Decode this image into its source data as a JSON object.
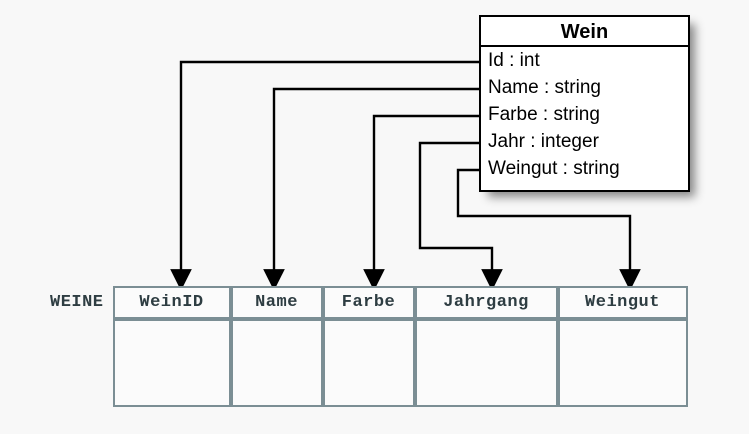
{
  "diagram": {
    "title_note": "UML class to relational table mapping",
    "background_color": "#f8f8f8"
  },
  "uml_class": {
    "name": "Wein",
    "border_color": "#000000",
    "fill_color": "#ffffff",
    "attributes": [
      {
        "text": "Id : int",
        "name": "Id",
        "type": "int"
      },
      {
        "text": "Name : string",
        "name": "Name",
        "type": "string"
      },
      {
        "text": "Farbe : string",
        "name": "Farbe",
        "type": "string"
      },
      {
        "text": "Jahr : integer",
        "name": "Jahr",
        "type": "integer"
      },
      {
        "text": "Weingut : string",
        "name": "Weingut",
        "type": "string"
      }
    ]
  },
  "relation": {
    "name": "WEINE",
    "text_color": "#2e3d42",
    "border_color": "#7b8e94",
    "columns": [
      {
        "label": "WeinID"
      },
      {
        "label": "Name"
      },
      {
        "label": "Farbe"
      },
      {
        "label": "Jahrgang"
      },
      {
        "label": "Weingut"
      }
    ],
    "rows": [
      {
        "cells": [
          "",
          "",
          "",
          "",
          ""
        ]
      }
    ]
  },
  "mappings": [
    {
      "from": "Id",
      "to": "WeinID",
      "arrow": "arrow-id"
    },
    {
      "from": "Name",
      "to": "Name",
      "arrow": "arrow-name"
    },
    {
      "from": "Farbe",
      "to": "Farbe",
      "arrow": "arrow-farbe"
    },
    {
      "from": "Jahr",
      "to": "Jahrgang",
      "arrow": "arrow-jahr"
    },
    {
      "from": "Weingut",
      "to": "Weingut",
      "arrow": "arrow-weingut"
    }
  ]
}
